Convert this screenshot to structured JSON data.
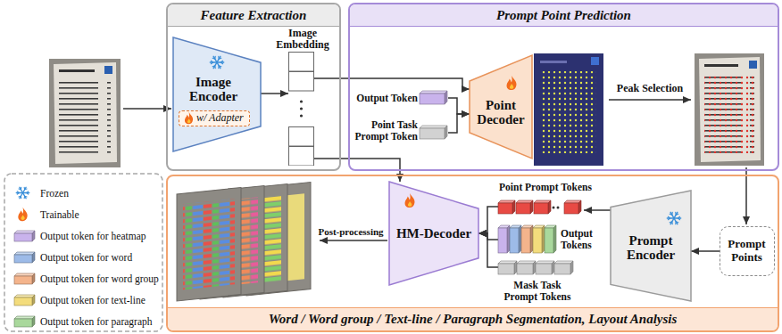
{
  "diagram": {
    "nodes": [
      {
        "text": [
          "Feature Extraction"
        ]
      },
      {
        "text": [
          "Image Encoder"
        ],
        "in": 0
      },
      {
        "text": [
          "w/ Adapter"
        ],
        "in": 1
      },
      {
        "text": [
          "Image Embedding"
        ],
        "in": 0
      },
      {
        "text": [
          "Prompt Point Prediction"
        ]
      },
      {
        "text": [
          "Output Token"
        ],
        "in": 4
      },
      {
        "text": [
          "Point Task Prompt Token"
        ],
        "in": 4
      },
      {
        "text": [
          "Point Decoder"
        ],
        "in": 4
      },
      {
        "text": [
          "Word / Word group / Text-line / Paragraph Segmentation, Layout Analysis"
        ]
      },
      {
        "text": [
          "HM-Decoder"
        ],
        "in": 8
      },
      {
        "text": [
          "Point Prompt Tokens"
        ],
        "in": 8
      },
      {
        "text": [
          "Output Tokens"
        ],
        "in": 8
      },
      {
        "text": [
          "Mask Task Prompt Tokens"
        ],
        "in": 8
      },
      {
        "text": [
          "Prompt Encoder"
        ],
        "in": 8
      },
      {
        "text": [
          "Prompt Points"
        ],
        "in": 8
      }
    ],
    "edges": [
      {
        "from": 1,
        "to": 3,
        "arrow": "to"
      },
      {
        "from": 3,
        "to": 7,
        "arrow": "to"
      },
      {
        "from": 5,
        "to": 7,
        "arrow": "to"
      },
      {
        "from": 6,
        "to": 7,
        "arrow": "to"
      },
      {
        "from": 14,
        "to": 13,
        "arrow": "to"
      },
      {
        "from": 13,
        "to": 10,
        "arrow": "to"
      },
      {
        "from": 3,
        "to": 9,
        "arrow": "to"
      },
      {
        "from": 10,
        "to": 9,
        "arrow": "to"
      },
      {
        "from": 11,
        "to": 9,
        "arrow": "to"
      },
      {
        "from": 12,
        "to": 9,
        "arrow": "to"
      }
    ],
    "labels": [
      "Peak Selection",
      "Post-processing"
    ],
    "legend": [
      {
        "text": "Frozen"
      },
      {
        "text": "Trainable"
      },
      {
        "text": "Output token for heatmap",
        "color": "#c9b3ec"
      },
      {
        "text": "Output token for word",
        "color": "#9dbbe8"
      },
      {
        "text": "Output token for word group",
        "color": "#f4b48c"
      },
      {
        "text": "Output token for text-line",
        "color": "#f3dc7c"
      },
      {
        "text": "Output token for paragraph",
        "color": "#a9d89c"
      }
    ]
  }
}
